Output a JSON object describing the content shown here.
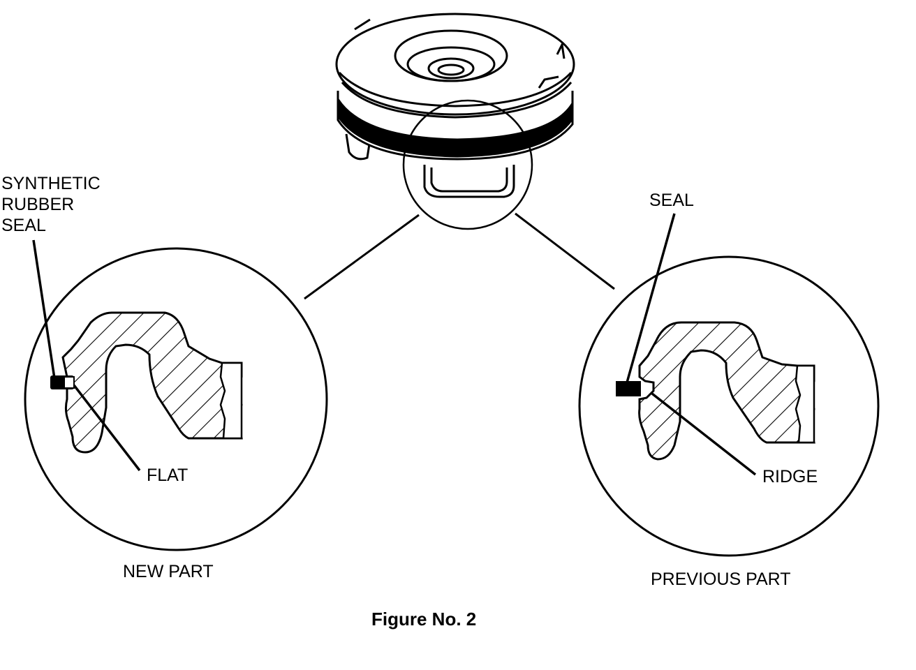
{
  "labels": {
    "synthetic_rubber_seal": [
      "SYNTHETIC",
      "RUBBER",
      "SEAL"
    ],
    "flat": "FLAT",
    "seal": "SEAL",
    "ridge": "RIDGE",
    "new_part": "NEW PART",
    "previous_part": "PREVIOUS PART"
  },
  "caption": "Figure No. 2",
  "colors": {
    "ink": "#000000",
    "paper": "#ffffff"
  }
}
